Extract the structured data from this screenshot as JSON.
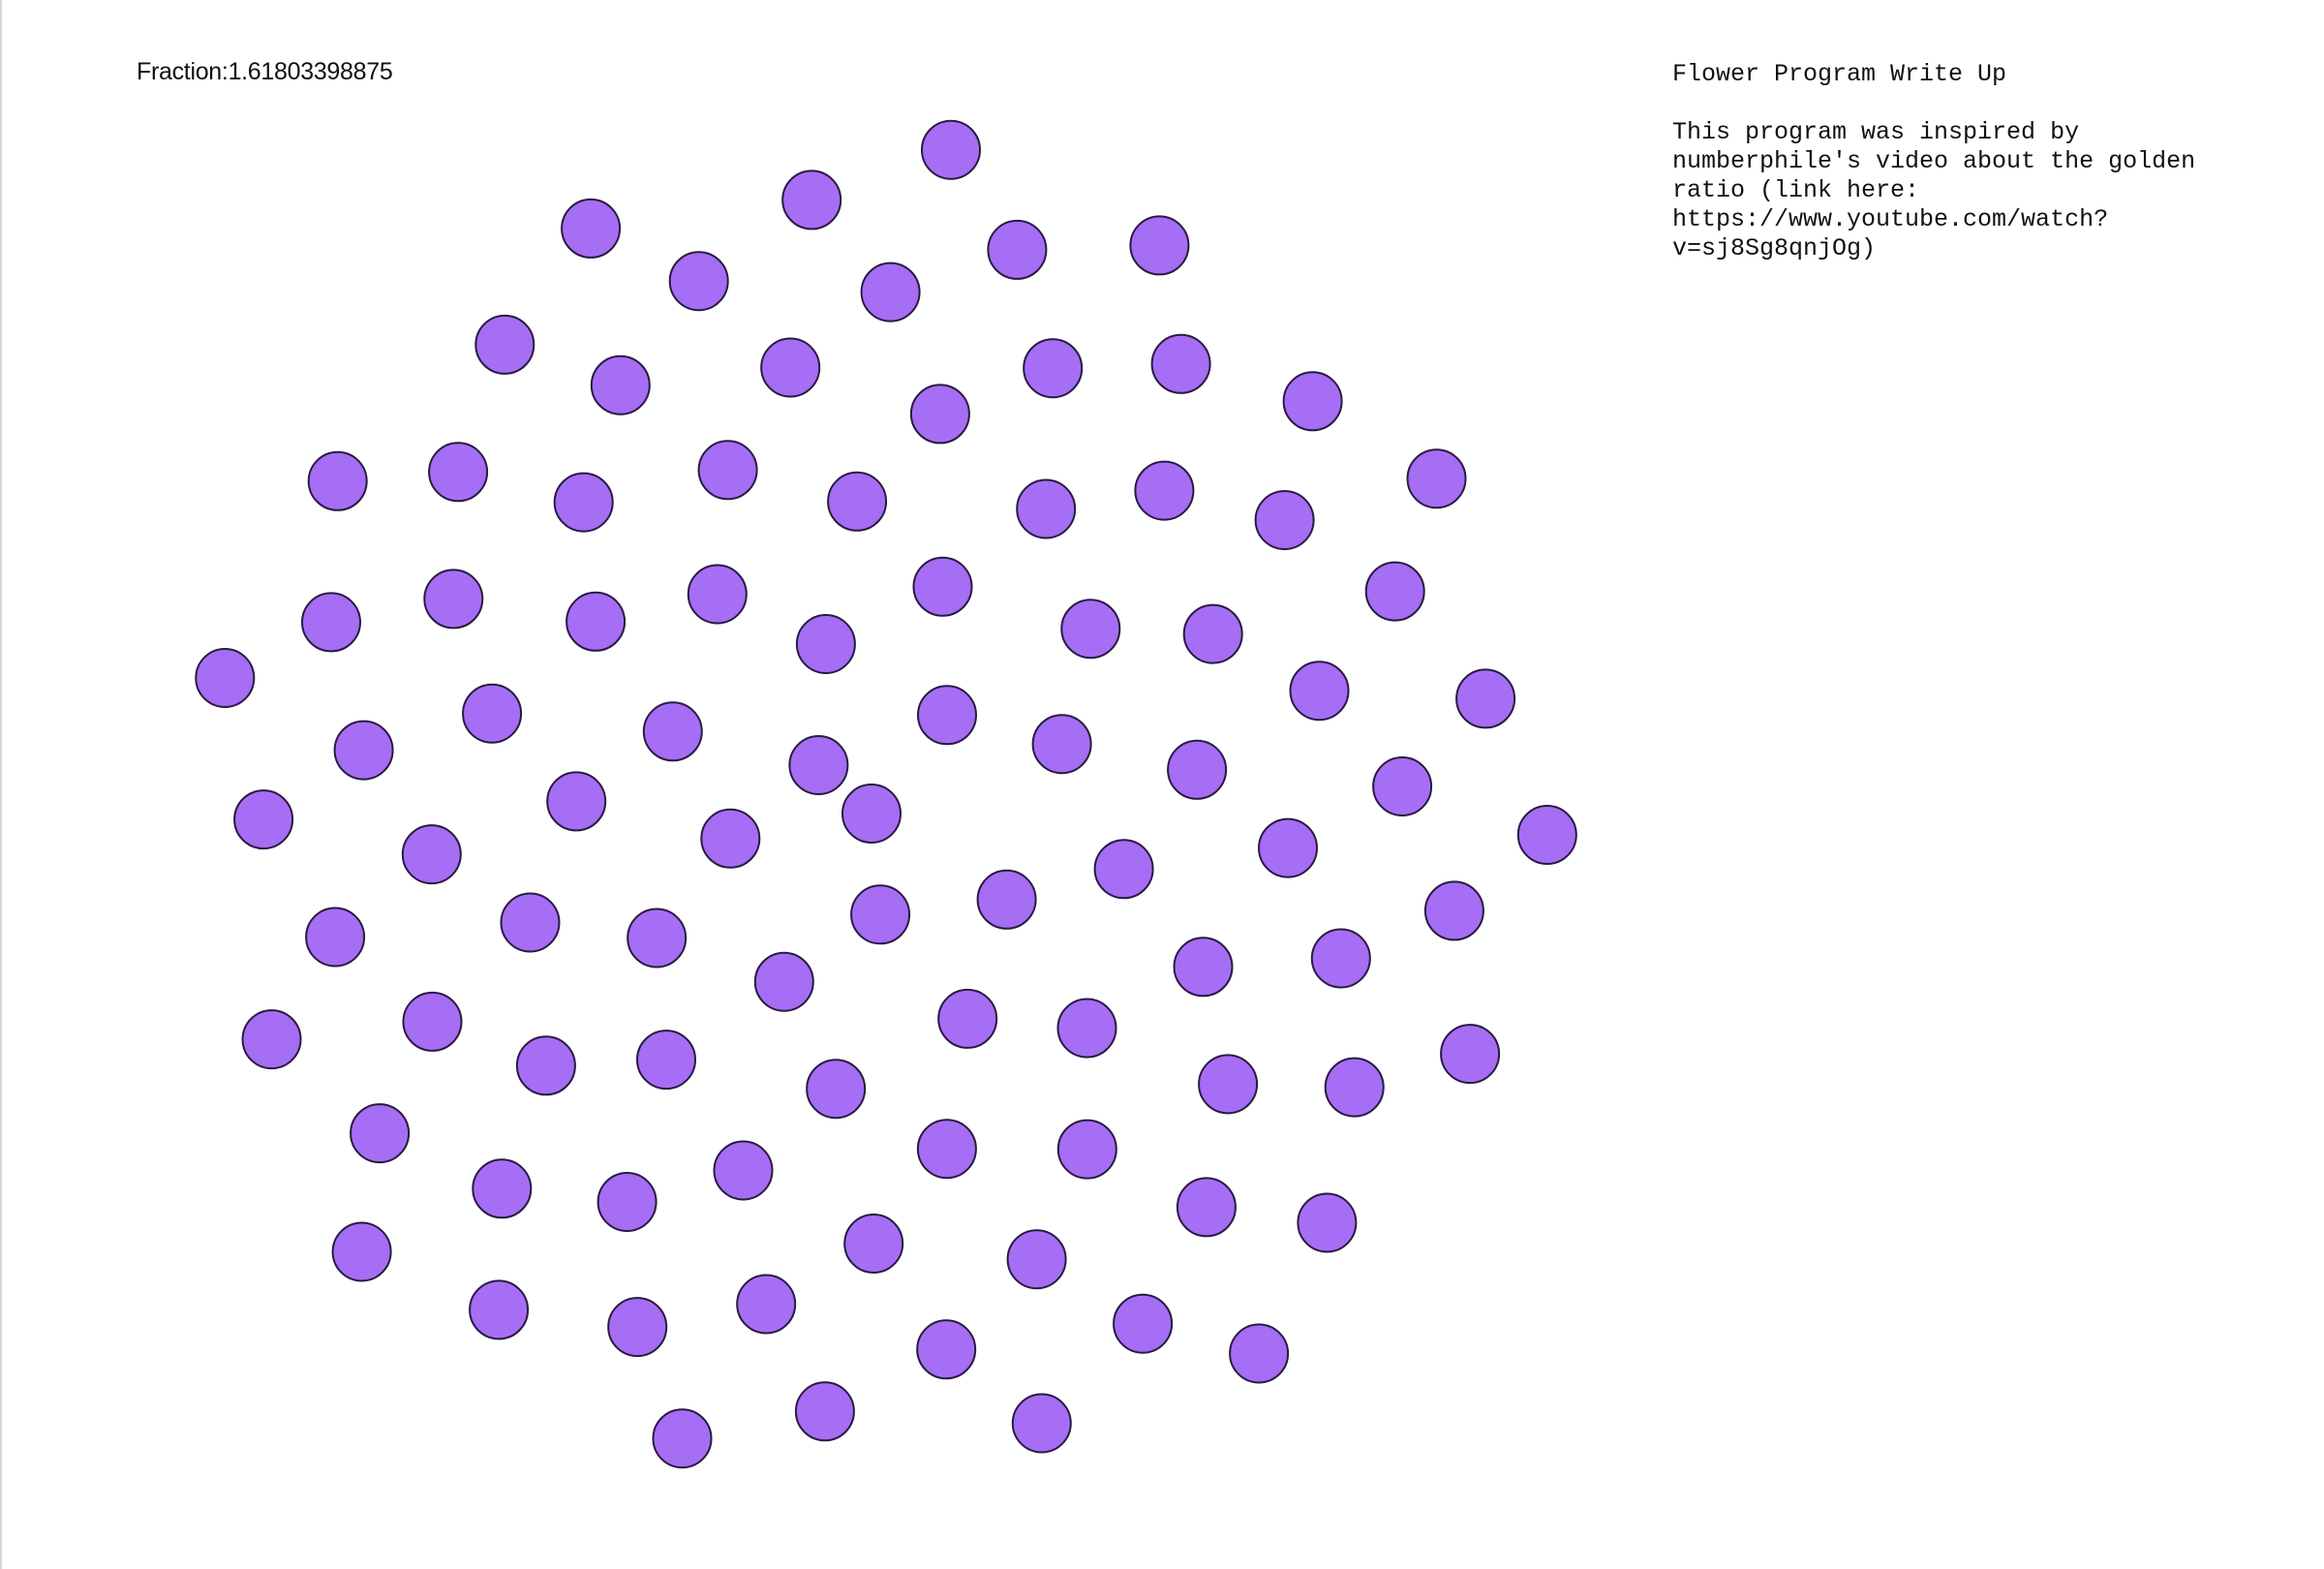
{
  "fraction": {
    "label": "Fraction:",
    "value": "1.61803398875"
  },
  "writeup": {
    "title": "Flower Program Write Up",
    "body_lines": [
      "This program was inspired by",
      "numberphile's video about the golden",
      "ratio (link here:",
      "https://www.youtube.com/watch?",
      "v=sj8Sg8qnjOg)"
    ]
  },
  "flower": {
    "seed_count": 90,
    "turn_fraction": 1.61803398875,
    "fill_color": "#a56ef5",
    "stroke_color": "#2a1a40"
  }
}
